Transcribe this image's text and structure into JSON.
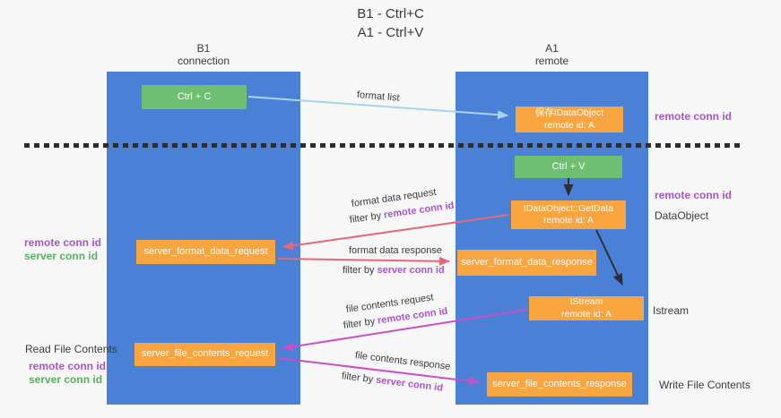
{
  "title": {
    "line1": "B1 - Ctrl+C",
    "line2": "A1 - Ctrl+V"
  },
  "lanes": {
    "left": {
      "line1": "B1",
      "line2": "connection"
    },
    "right": {
      "line1": "A1",
      "line2": "remote"
    }
  },
  "nodes": {
    "ctrl_c": {
      "label": "Ctrl + C"
    },
    "save_idataobject": {
      "line1": "保存IDataObject",
      "line2": "remote id: A"
    },
    "ctrl_v": {
      "label": "Ctrl + V"
    },
    "getdata": {
      "line1": "IDataObject::GetData",
      "line2": "remote id: A"
    },
    "format_request": {
      "label": "server_format_data_request"
    },
    "format_response": {
      "label": "server_format_data_response"
    },
    "istream": {
      "line1": "IStream",
      "line2": "remote id: A"
    },
    "file_request": {
      "label": "server_file_contents_request"
    },
    "file_response": {
      "label": "server_file_contents_response"
    }
  },
  "edge_labels": {
    "format_list": "format list",
    "format_data_request": "format data request",
    "format_data_response": "format data response",
    "file_contents_request": "file contents request",
    "file_contents_response": "file contents response",
    "filter_by": "filter by ",
    "remote_conn_id": "remote conn id",
    "server_conn_id": "server conn id"
  },
  "side_labels": {
    "remote_conn_id_top": "remote conn id",
    "remote_conn_id_mid": "remote conn id",
    "dataobject": "DataObject",
    "istream": "Istream",
    "write_file_contents": "Write File Contents",
    "remote_conn_id_left": "remote conn id",
    "server_conn_id_left": "server conn id",
    "read_file_contents": "Read File Contents",
    "remote_conn_id_bottom": "remote conn id",
    "server_conn_id_bottom": "server conn id"
  },
  "colors": {
    "lane_blue": "#4a80d6",
    "node_orange": "#f8a43f",
    "node_green": "#6fbf73",
    "arrow_light_blue": "#a9d2ec",
    "arrow_black": "#2f2f2f",
    "arrow_red": "#e5697a",
    "arrow_magenta": "#c94fc9",
    "text_purple": "#a855c8",
    "text_green": "#57b25e",
    "background": "#f7f7f8"
  }
}
